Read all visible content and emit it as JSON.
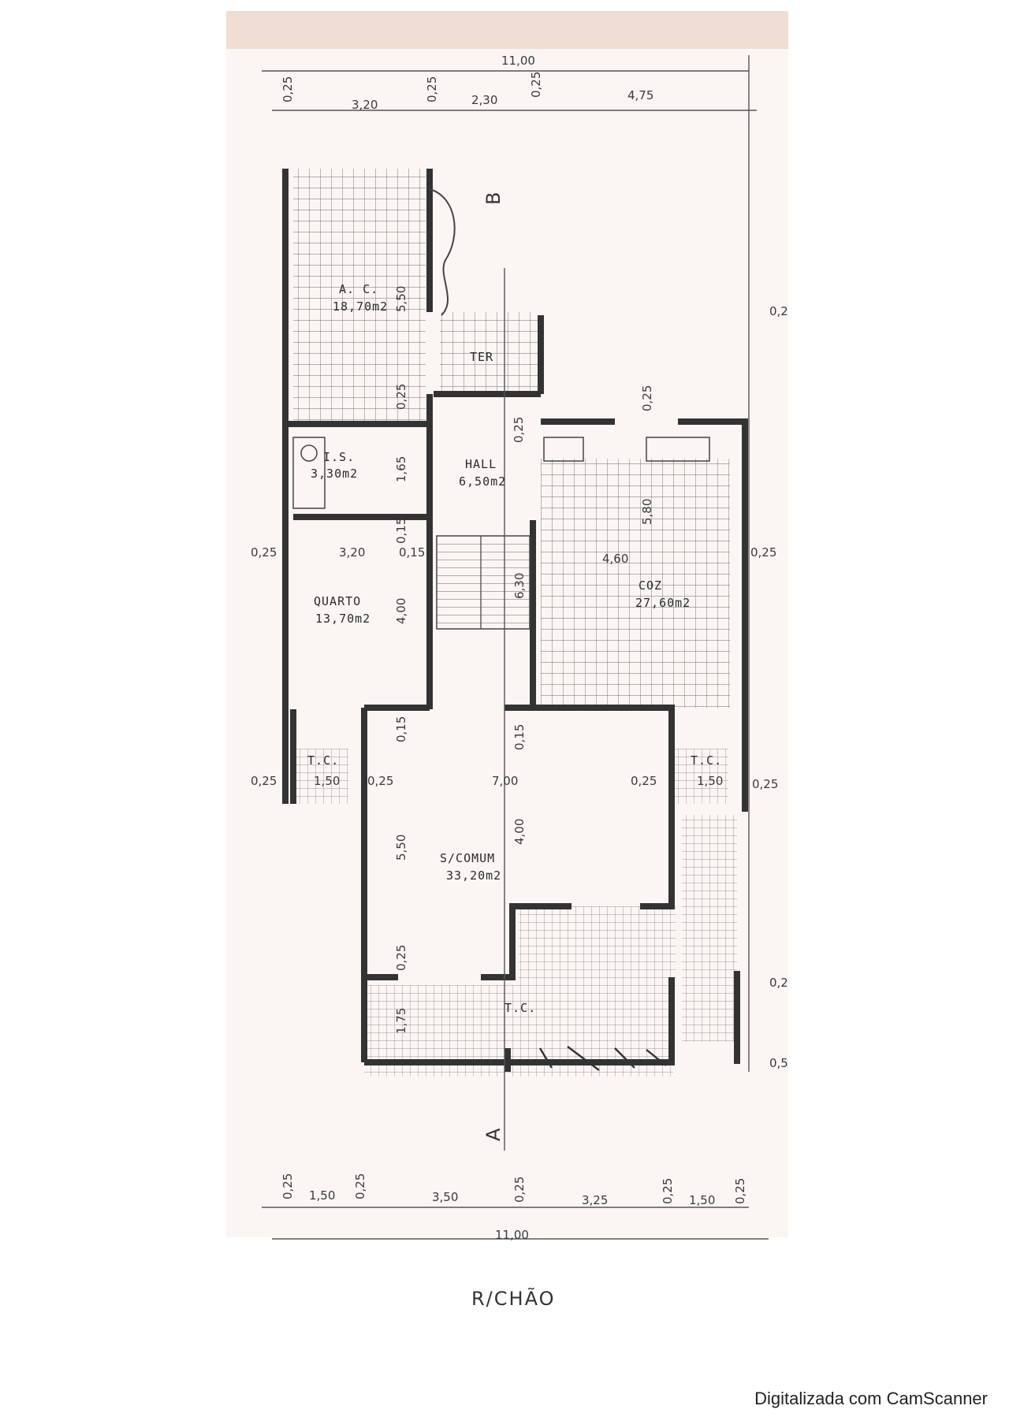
{
  "plan": {
    "title": "R/CHÃO",
    "section_b": "B",
    "section_a": "A",
    "top_dims": {
      "total": "11,00",
      "a": "0,25",
      "b": "3,20",
      "c": "0,25",
      "d": "2,30",
      "e": "0,25",
      "f": "4,75"
    },
    "bottom_dims": {
      "total": "11,00",
      "a": "0,25",
      "b": "1,50",
      "c": "0,25",
      "d": "3,50",
      "e": "0,25",
      "f": "3,25",
      "g": "0,25",
      "h": "1,50",
      "i": "0,25"
    },
    "right_edge": {
      "a": "0,2",
      "b": "0,25",
      "c": "0,25",
      "d": "0,2",
      "e": "0,5"
    },
    "rooms": {
      "ac": {
        "name": "A. C.",
        "area": "18,70m2",
        "dim": "5,50",
        "dim2": "0,25"
      },
      "ter": {
        "name": "TER"
      },
      "is": {
        "name": "I.S.",
        "area": "3,30m2",
        "dim": "1,65"
      },
      "hall": {
        "name": "HALL",
        "area": "6,50m2",
        "dim": "0,25"
      },
      "quarto": {
        "name": "QUARTO",
        "area": "13,70m2",
        "w": "3,20",
        "h": "4,00",
        "d1": "0,15",
        "d2": "0,15",
        "left": "0,25"
      },
      "stairs": {
        "dim": "6,30"
      },
      "coz": {
        "name": "COZ",
        "area": "27,60m2",
        "w": "4,60",
        "h": "5,80",
        "top": "0,25",
        "right": "0,25"
      },
      "scomum": {
        "name": "S/COMUM",
        "area": "33,20m2",
        "w": "7,00",
        "h1": "5,50",
        "h2": "4,00",
        "l": "0,25",
        "r": "0,25",
        "t1": "0,15",
        "t2": "0,15",
        "b": "0,25"
      },
      "tc_left": {
        "name": "T.C.",
        "w": "1,50",
        "left": "0,25"
      },
      "tc_right": {
        "name": "T.C.",
        "w": "1,50",
        "right": "0,25"
      },
      "tc_bottom": {
        "name": "T.C.",
        "h": "1,75"
      }
    }
  },
  "footer": "Digitalizada com CamScanner"
}
